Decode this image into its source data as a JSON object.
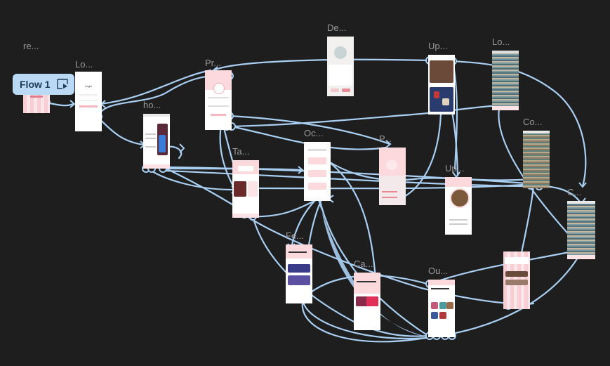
{
  "canvas": {
    "background": "#1e1e1e",
    "connector_color": "#a9cff2"
  },
  "flow": {
    "label": "Flow 1",
    "icon": "play-frame-icon"
  },
  "frames": [
    {
      "id": "re",
      "label": "re..."
    },
    {
      "id": "lo1",
      "label": "Lo...",
      "title": "Login"
    },
    {
      "id": "ho",
      "label": "ho..."
    },
    {
      "id": "pr",
      "label": "Pr..."
    },
    {
      "id": "de",
      "label": "De..."
    },
    {
      "id": "up1",
      "label": "Up..."
    },
    {
      "id": "lo2",
      "label": "Lo..."
    },
    {
      "id": "co1",
      "label": "Co..."
    },
    {
      "id": "co2",
      "label": "C..."
    },
    {
      "id": "ta",
      "label": "Ta..."
    },
    {
      "id": "oc",
      "label": "Oc..."
    },
    {
      "id": "p2",
      "label": "P..."
    },
    {
      "id": "up2",
      "label": "Up..."
    },
    {
      "id": "fe",
      "label": "Fe..."
    },
    {
      "id": "ca",
      "label": "Ca..."
    },
    {
      "id": "ou",
      "label": "Ou..."
    },
    {
      "id": "ne",
      "label": ""
    }
  ]
}
